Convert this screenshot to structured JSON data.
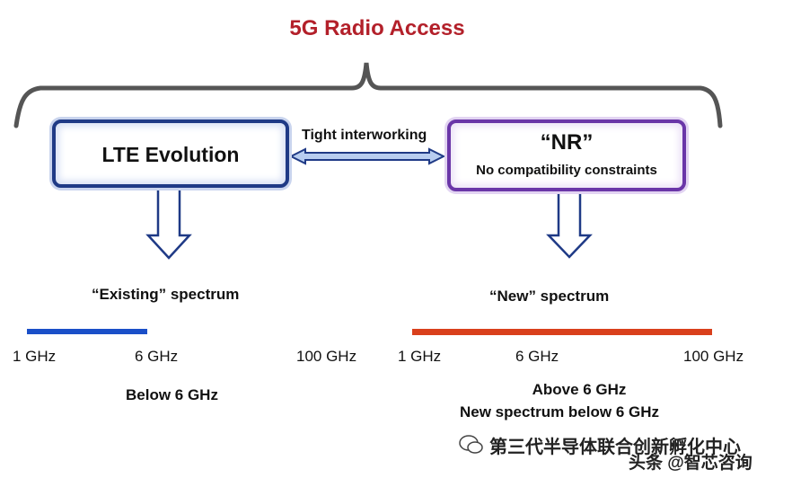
{
  "title": "5G Radio Access",
  "lte": {
    "label": "LTE Evolution"
  },
  "nr": {
    "label": "“NR”",
    "sublabel": "No compatibility constraints"
  },
  "interworking": "Tight interworking",
  "left_spectrum": {
    "label": "“Existing” spectrum",
    "ticks": [
      "1 GHz",
      "6 GHz",
      "100 GHz"
    ],
    "caption": "Below 6 GHz",
    "bar_color": "#1a4fc8"
  },
  "right_spectrum": {
    "label": "“New” spectrum",
    "ticks": [
      "1 GHz",
      "6 GHz",
      "100 GHz"
    ],
    "caption_line1": "Above 6 GHz",
    "caption_line2": "New spectrum below 6 GHz",
    "bar_color": "#d9401c"
  },
  "watermark": {
    "line1": "第三代半导体联合创新孵化中心",
    "line2": "头条 @智芯咨询"
  },
  "colors": {
    "title": "#b3202a",
    "lte_border": "#1f3a86",
    "nr_border": "#6a36a8",
    "arrow": "#1f3a86"
  }
}
